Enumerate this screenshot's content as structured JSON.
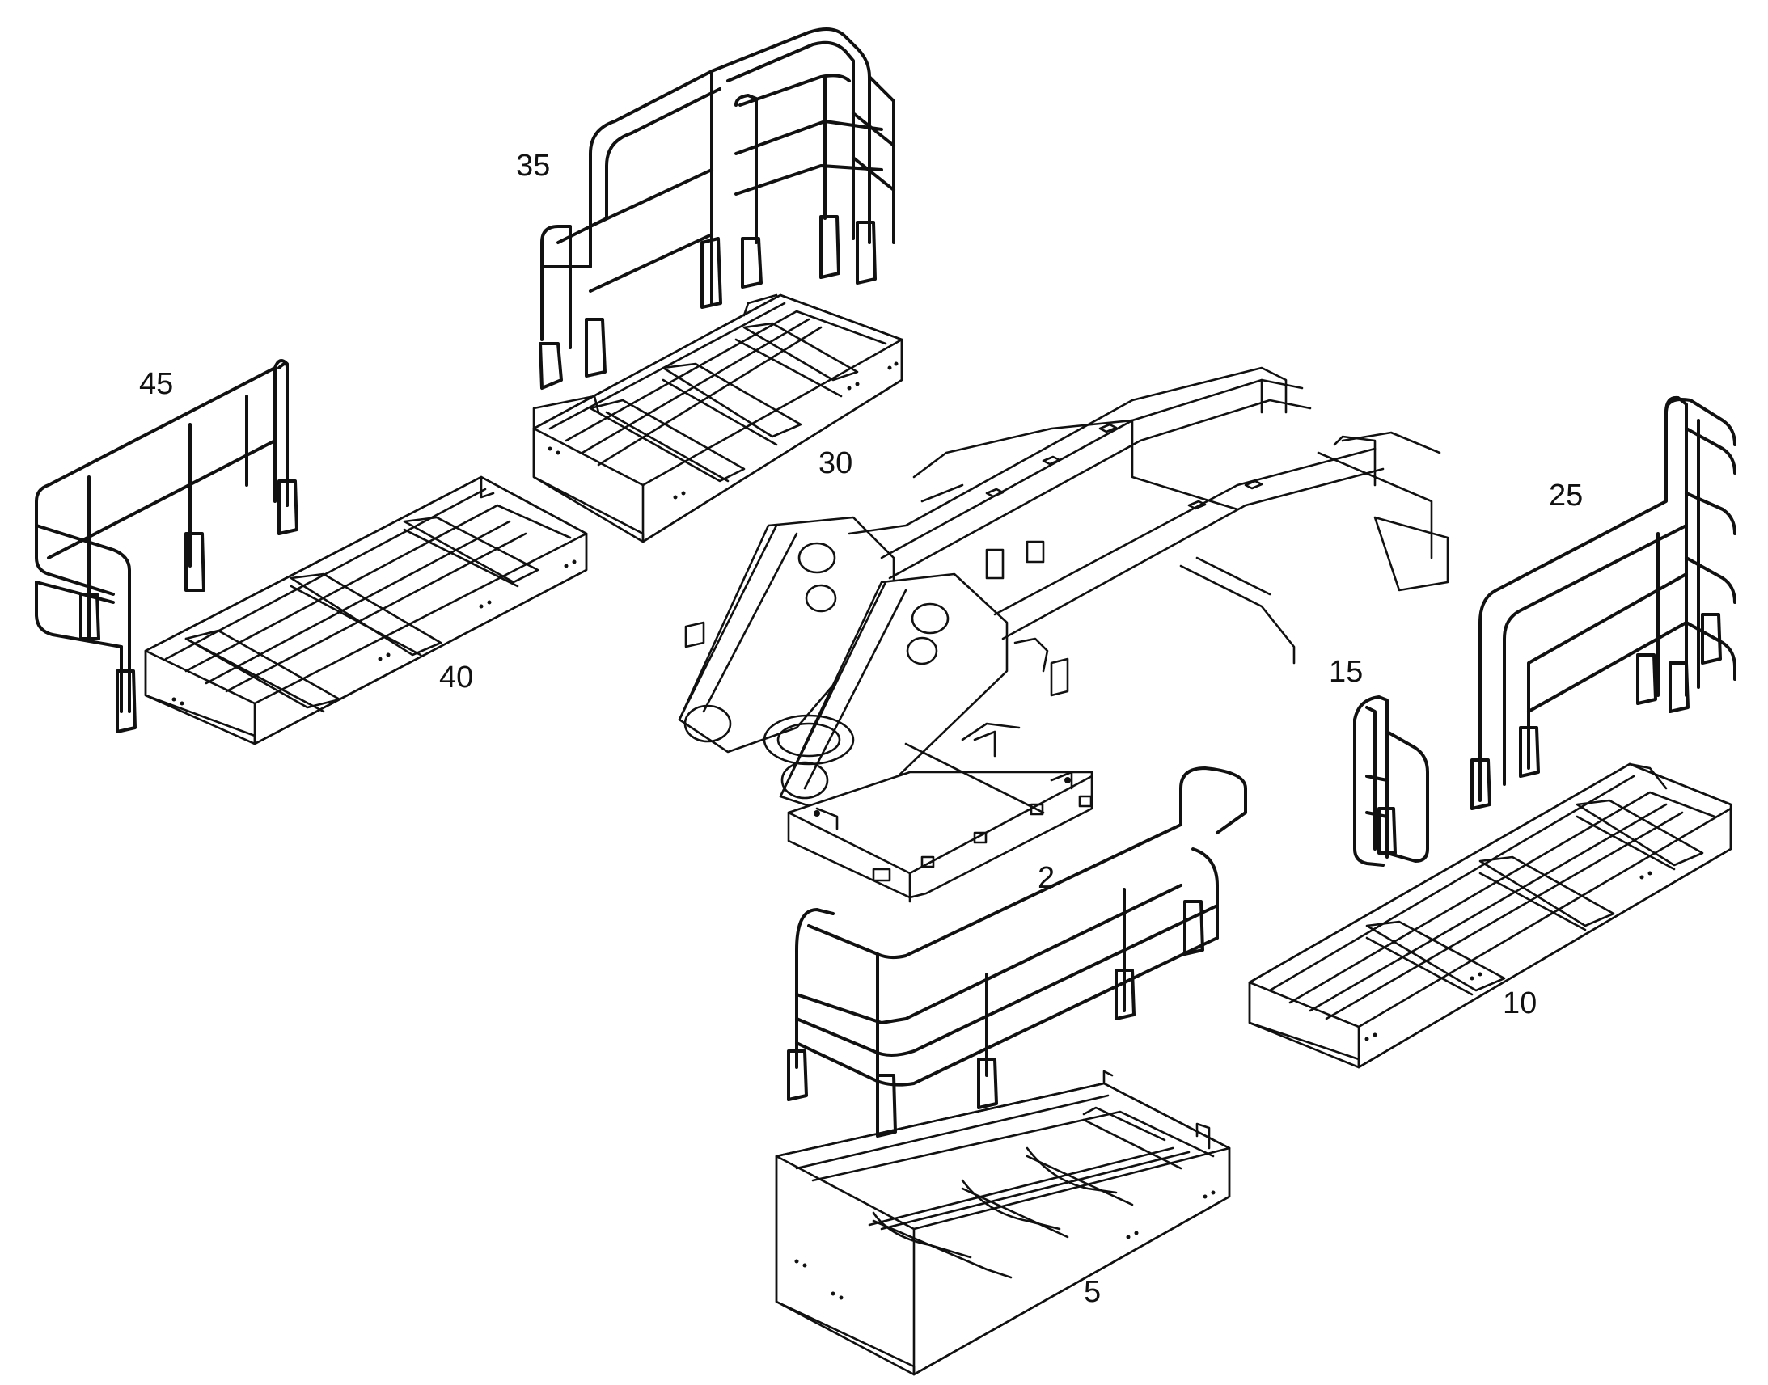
{
  "diagram": {
    "background_color": "#ffffff",
    "line_color": "#111111",
    "callouts": {
      "frame": "2",
      "deck_front": "5",
      "deck_right": "10",
      "ladder_rail": "15",
      "rail_right": "25",
      "deck_top": "30",
      "rail_top": "35",
      "deck_left": "40",
      "rail_left": "45"
    }
  }
}
